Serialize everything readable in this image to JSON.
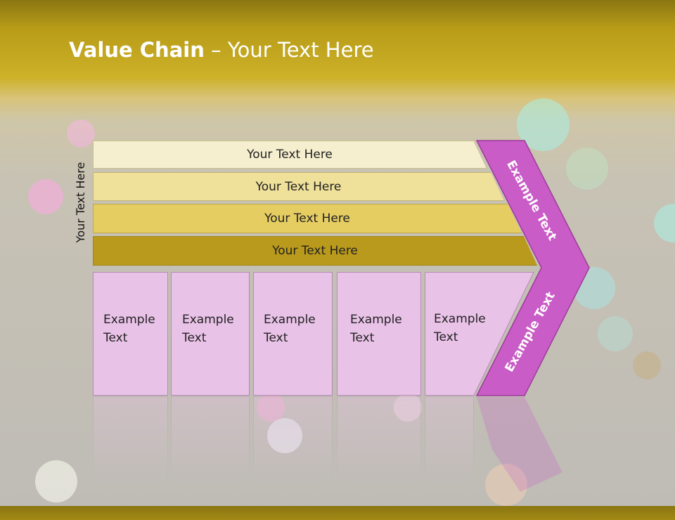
{
  "title": {
    "bold": "Value Chain",
    "rest": " – Your Text Here"
  },
  "side_label": "Your Text Here",
  "bands": [
    "Your Text Here",
    "Your Text Here",
    "Your Text Here",
    "Your Text Here"
  ],
  "columns": [
    {
      "line1": "Example",
      "line2": "Text"
    },
    {
      "line1": "Example",
      "line2": "Text"
    },
    {
      "line1": "Example",
      "line2": "Text"
    },
    {
      "line1": "Example",
      "line2": "Text"
    },
    {
      "line1": "Example",
      "line2": "Text"
    }
  ],
  "chevron": {
    "top_text": "Example Text",
    "bottom_text": "Example Text",
    "color": "#c95cc6"
  },
  "colors": {
    "band_1": "#f6efcf",
    "band_2": "#efe09a",
    "band_3": "#e6cd62",
    "band_4": "#b99a1c",
    "column_fill": "#e9c2e8",
    "header": "#b89c18"
  }
}
